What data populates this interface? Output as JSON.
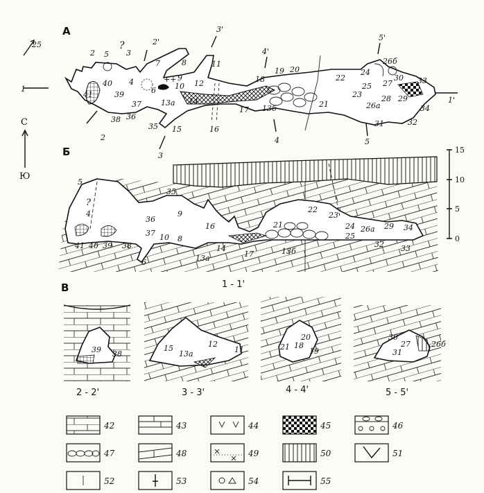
{
  "panels": {
    "plan_label": "А",
    "profile_label": "Б",
    "sections_label": "В"
  },
  "compass": {
    "north": "С",
    "south": "Ю",
    "azimuth": "25"
  },
  "plan_labels": [
    "1",
    "2",
    "5",
    "?",
    "3",
    "2'",
    "3'",
    "4'",
    "5'",
    "1'",
    "7",
    "8",
    "9",
    "10",
    "11",
    "12",
    "13а",
    "13б",
    "14",
    "15",
    "16",
    "17",
    "18",
    "19",
    "20",
    "21",
    "22",
    "23",
    "24",
    "25",
    "26а",
    "26б",
    "27",
    "28",
    "29",
    "30",
    "31",
    "32",
    "33",
    "34",
    "35",
    "36",
    "37",
    "38",
    "39",
    "40",
    "41",
    "6",
    "4",
    "2",
    "3",
    "4",
    "5",
    "++"
  ],
  "profile_labels": [
    "5",
    "?",
    "4",
    "36",
    "35",
    "9",
    "37",
    "10",
    "8",
    "6",
    "14",
    "13а",
    "16",
    "17",
    "21",
    "13б",
    "22",
    "23",
    "24",
    "25",
    "26а",
    "29",
    "34",
    "32",
    "33",
    "41",
    "40",
    "39",
    "38"
  ],
  "profile_title": "1 - 1'",
  "scale": {
    "ticks": [
      "15",
      "10",
      "5",
      "0"
    ]
  },
  "sections": [
    {
      "title": "2 - 2'",
      "labels": [
        "39",
        "38"
      ]
    },
    {
      "title": "3 - 3'",
      "labels": [
        "15",
        "13а",
        "12",
        "11"
      ]
    },
    {
      "title": "4 - 4'",
      "labels": [
        "20",
        "21",
        "18",
        "19"
      ]
    },
    {
      "title": "5 - 5'",
      "labels": [
        "30",
        "27",
        "31",
        "26б"
      ]
    }
  ],
  "legend": [
    {
      "num": "42",
      "symbol": "limestone-bedded"
    },
    {
      "num": "43",
      "symbol": "limestone-thin-bedded"
    },
    {
      "num": "44",
      "symbol": "checks"
    },
    {
      "num": "45",
      "symbol": "checkerboard"
    },
    {
      "num": "46",
      "symbol": "ovals-circles"
    },
    {
      "num": "47",
      "symbol": "boulders"
    },
    {
      "num": "48",
      "symbol": "oblique-bedding"
    },
    {
      "num": "49",
      "symbol": "crosses-dots"
    },
    {
      "num": "50",
      "symbol": "vertical-hatch"
    },
    {
      "num": "51",
      "symbol": "dip-symbol"
    },
    {
      "num": "52",
      "symbol": "single-fissure"
    },
    {
      "num": "53",
      "symbol": "fault-tick"
    },
    {
      "num": "54",
      "symbol": "circle-triangle"
    },
    {
      "num": "55",
      "symbol": "section-line"
    }
  ]
}
